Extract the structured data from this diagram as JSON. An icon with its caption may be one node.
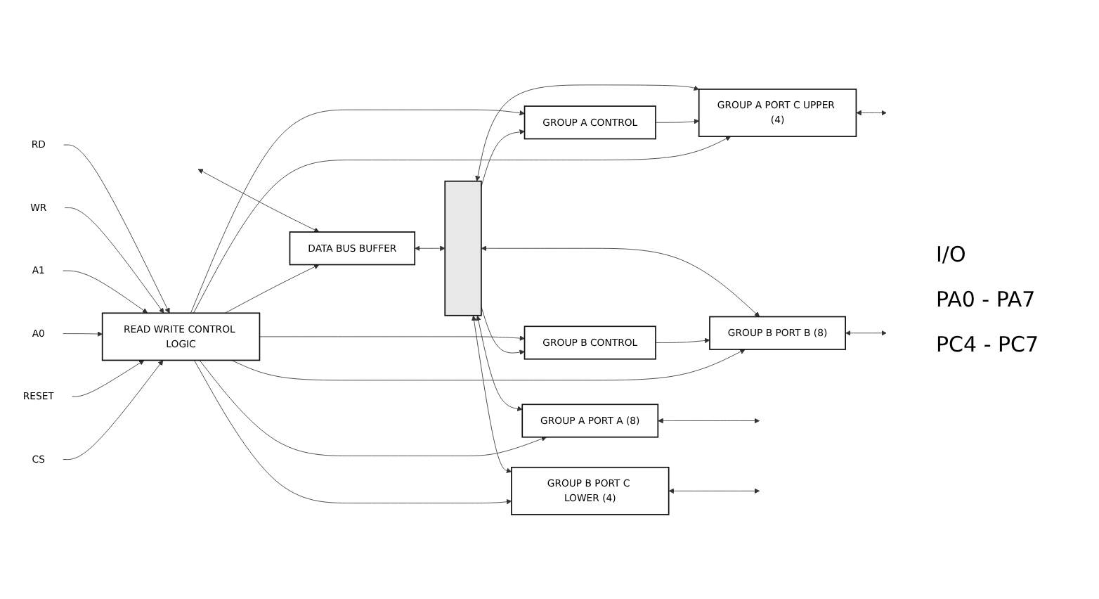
{
  "diagram": {
    "nodes": [
      {
        "text": [
          "DATA BUS BUFFER"
        ]
      },
      {
        "text": [
          "READ WRITE CONTROL LOGIC"
        ]
      },
      {
        "text": [
          "GROUP A CONTROL"
        ]
      },
      {
        "text": [
          "GROUP B CONTROL"
        ]
      },
      {
        "text": [],
        "shape": "bar"
      },
      {
        "text": [
          "GROUP A PORT A (8)"
        ]
      },
      {
        "text": [
          "GROUP A PORT C UPPER (4)"
        ]
      },
      {
        "text": [
          "GROUP B PORT C LOWER (4)"
        ]
      },
      {
        "text": [
          "GROUP B PORT B (8)"
        ]
      },
      {
        "text": [
          "RD"
        ]
      },
      {
        "text": [
          "WR"
        ]
      },
      {
        "text": [
          "A1"
        ]
      },
      {
        "text": [
          "A0"
        ]
      },
      {
        "text": [
          "RESET"
        ]
      },
      {
        "text": [
          "CS"
        ]
      }
    ],
    "edges": [
      {
        "from": null,
        "to": 0,
        "arrow": "both"
      },
      {
        "from": 0,
        "to": 4,
        "arrow": "both"
      },
      {
        "from": 1,
        "to": 0,
        "arrow": "to"
      },
      {
        "from": 9,
        "to": 1,
        "arrow": "to"
      },
      {
        "from": 10,
        "to": 1,
        "arrow": "to"
      },
      {
        "from": 11,
        "to": 1,
        "arrow": "to"
      },
      {
        "from": 12,
        "to": 1,
        "arrow": "to"
      },
      {
        "from": 13,
        "to": 1,
        "arrow": "to"
      },
      {
        "from": 14,
        "to": 1,
        "arrow": "to"
      },
      {
        "from": 1,
        "to": 2,
        "arrow": "to"
      },
      {
        "from": 1,
        "to": 3,
        "arrow": "to"
      },
      {
        "from": 4,
        "to": 2,
        "arrow": "to"
      },
      {
        "from": 4,
        "to": 3,
        "arrow": "to"
      },
      {
        "from": 4,
        "to": 5,
        "arrow": "both"
      },
      {
        "from": 4,
        "to": 6,
        "arrow": "both"
      },
      {
        "from": 4,
        "to": 7,
        "arrow": "both"
      },
      {
        "from": 4,
        "to": 8,
        "arrow": "both"
      },
      {
        "from": 2,
        "to": 6,
        "arrow": "to"
      },
      {
        "from": 3,
        "to": 8,
        "arrow": "to"
      },
      {
        "from": 1,
        "to": 5,
        "arrow": "to"
      },
      {
        "from": 1,
        "to": 6,
        "arrow": "to"
      },
      {
        "from": 1,
        "to": 7,
        "arrow": "to"
      },
      {
        "from": 1,
        "to": 8,
        "arrow": "to"
      },
      {
        "from": 5,
        "to": null,
        "arrow": "both"
      },
      {
        "from": 6,
        "to": null,
        "arrow": "both"
      },
      {
        "from": 7,
        "to": null,
        "arrow": "both"
      },
      {
        "from": 8,
        "to": null,
        "arrow": "both"
      }
    ],
    "labels": [
      "I/O",
      "PA0 - PA7",
      "PC4 - PC7"
    ]
  }
}
